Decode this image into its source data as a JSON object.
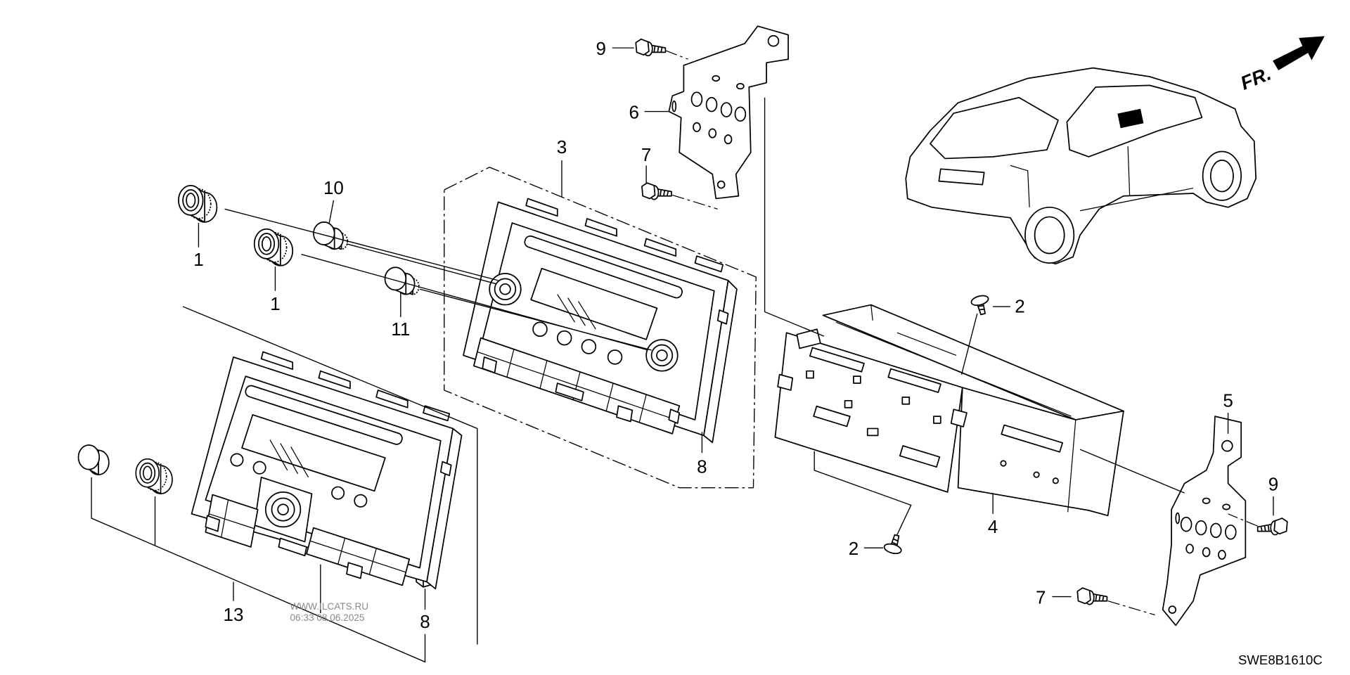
{
  "colors": {
    "ink": "#000000",
    "background": "#ffffff",
    "watermark": "#8a8a8a"
  },
  "diagram": {
    "code": "SWE8B1610C",
    "direction_label": "FR.",
    "watermark": {
      "site": "WWW.ILCATS.RU",
      "timestamp": "06:33 08.06.2025"
    },
    "callouts": [
      "9",
      "6",
      "7",
      "3",
      "10",
      "1",
      "1",
      "11",
      "8",
      "2",
      "2",
      "4",
      "5",
      "9",
      "7",
      "13",
      "8"
    ]
  }
}
